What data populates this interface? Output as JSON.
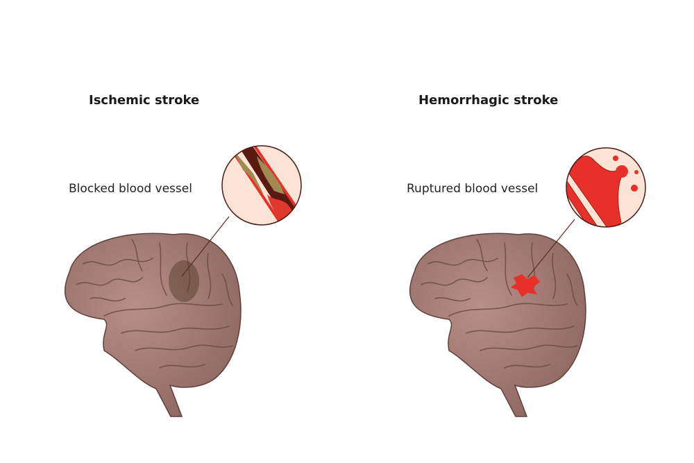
{
  "panels": [
    {
      "title": "Ischemic stroke",
      "label": "Blocked blood vessel"
    },
    {
      "title": "Hemorrhagic stroke",
      "label": "Ruptured blood vessel"
    }
  ],
  "colors": {
    "brain": "#a9817b",
    "brain_dark": "#6e4a45",
    "blood": "#e8302a",
    "plaque": "#a08a52",
    "circle_bg": "#fbe3d6"
  }
}
